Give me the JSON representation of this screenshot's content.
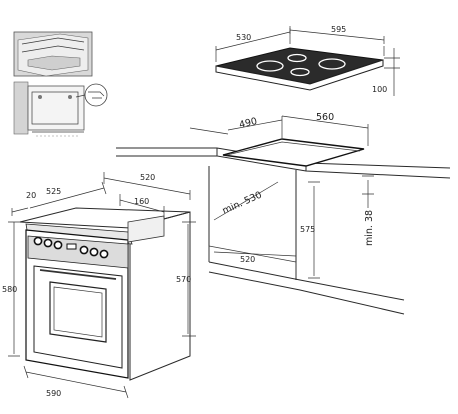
{
  "diagram": {
    "labels": {
      "hob_depth": "530",
      "hob_width": "595",
      "hob_height": "100",
      "cutout_depth": "490",
      "cutout_width": "560",
      "niche_depth": "min. 530",
      "worktop_gap": "min. 38",
      "niche_height": "575",
      "niche_width": "520",
      "oven_offset": "20",
      "oven_depth": "525",
      "oven_body_depth": "520",
      "panel_depth": "160",
      "oven_height": "580",
      "oven_body_height": "570",
      "oven_width": "590"
    }
  }
}
